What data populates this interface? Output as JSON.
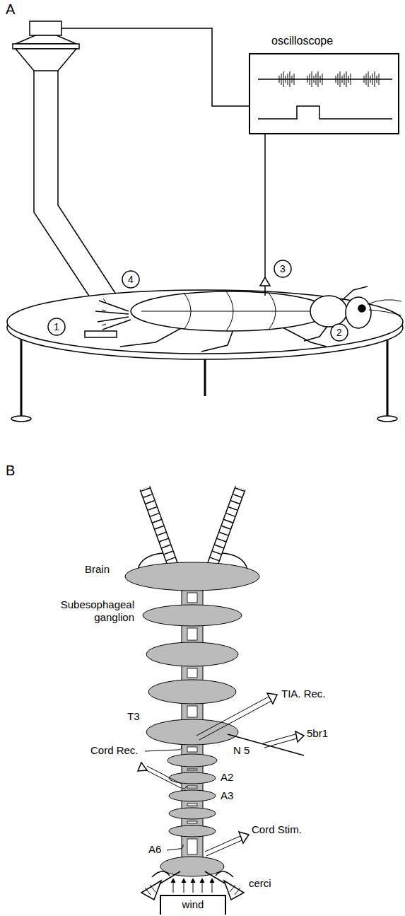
{
  "diagram": {
    "nodes": [
      {
        "text": [
          "oscilloscope"
        ]
      },
      {
        "text": [
          "wind"
        ]
      }
    ],
    "labels": [
      "A",
      "4",
      "1",
      "2",
      "3",
      "B",
      "Brain",
      "Subesophageal ganglion",
      "TIA. Rec.",
      "T3",
      "Cord Rec.",
      "5br1",
      "N 5",
      "A2",
      "A3",
      "A6",
      "Cord Stim.",
      "cerci"
    ]
  }
}
